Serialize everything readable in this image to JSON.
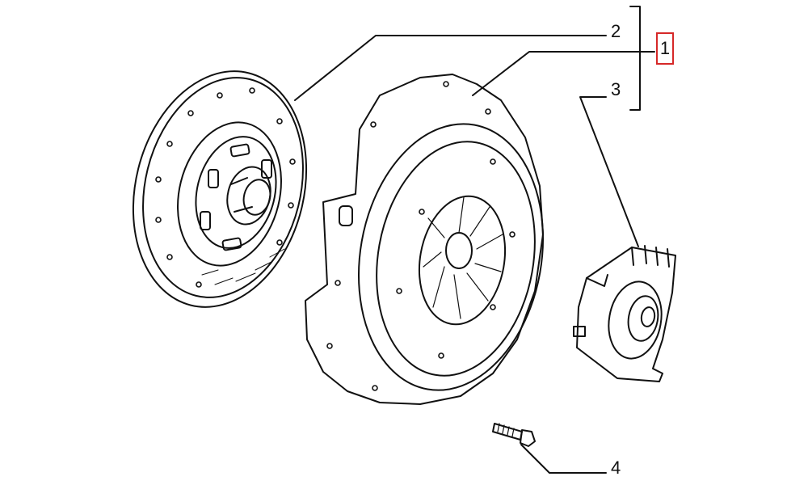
{
  "callouts": {
    "part_1": "1",
    "part_2": "2",
    "part_3": "3",
    "part_4": "4"
  },
  "colors": {
    "line": "#111111",
    "highlight": "#d62828",
    "background": "#ffffff"
  }
}
